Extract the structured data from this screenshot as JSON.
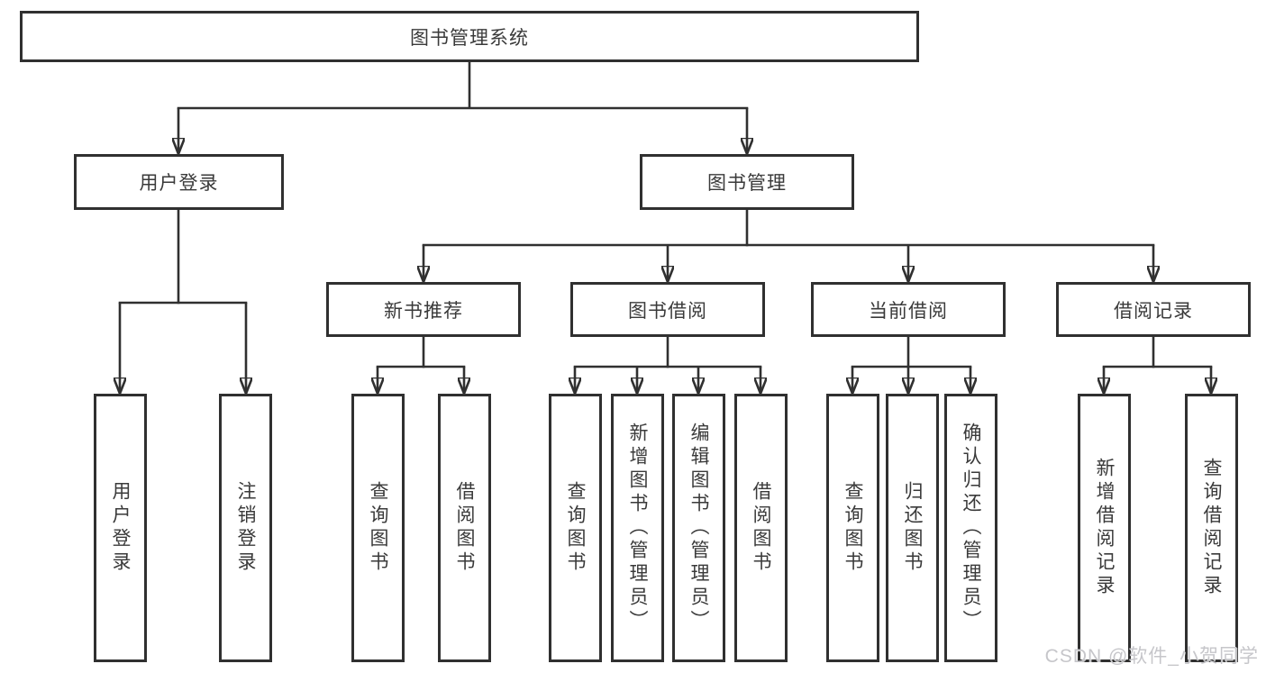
{
  "diagram": {
    "root": {
      "label": "图书管理系统"
    },
    "level2": [
      {
        "id": "user-login",
        "label": "用户登录"
      },
      {
        "id": "book-management",
        "label": "图书管理"
      }
    ],
    "level3": [
      {
        "id": "new-book-recommend",
        "label": "新书推荐"
      },
      {
        "id": "book-borrowing",
        "label": "图书借阅"
      },
      {
        "id": "current-borrowing",
        "label": "当前借阅"
      },
      {
        "id": "borrowing-records",
        "label": "借阅记录"
      }
    ],
    "leaves": {
      "user_login": [
        "用户登录",
        "注销登录"
      ],
      "new_book_recommend": [
        "查询图书",
        "借阅图书"
      ],
      "book_borrowing": [
        "查询图书",
        "新增图书（管理员）",
        "编辑图书（管理员）",
        "借阅图书"
      ],
      "current_borrowing": [
        "查询图书",
        "归还图书",
        "确认归还（管理员）"
      ],
      "borrowing_records": [
        "新增借阅记录",
        "查询借阅记录"
      ]
    }
  },
  "watermark": "CSDN @软件_小贺同学",
  "colors": {
    "line": "#303030",
    "background": "#ffffff",
    "watermark": "#c6c6ca"
  }
}
